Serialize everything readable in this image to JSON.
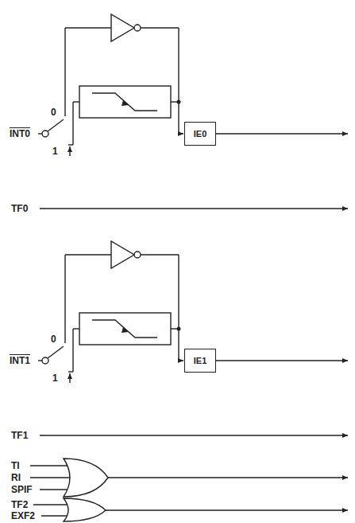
{
  "diagram": {
    "nodes": [
      {
        "text": [
          "IE0"
        ]
      },
      {
        "text": [
          "IE1"
        ]
      }
    ],
    "labels": [
      "INT0",
      "0",
      "1",
      "TF0",
      "INT1",
      "0",
      "1",
      "TF1",
      "TI",
      "RI",
      "SPIF",
      "TF2",
      "EXF2"
    ]
  }
}
